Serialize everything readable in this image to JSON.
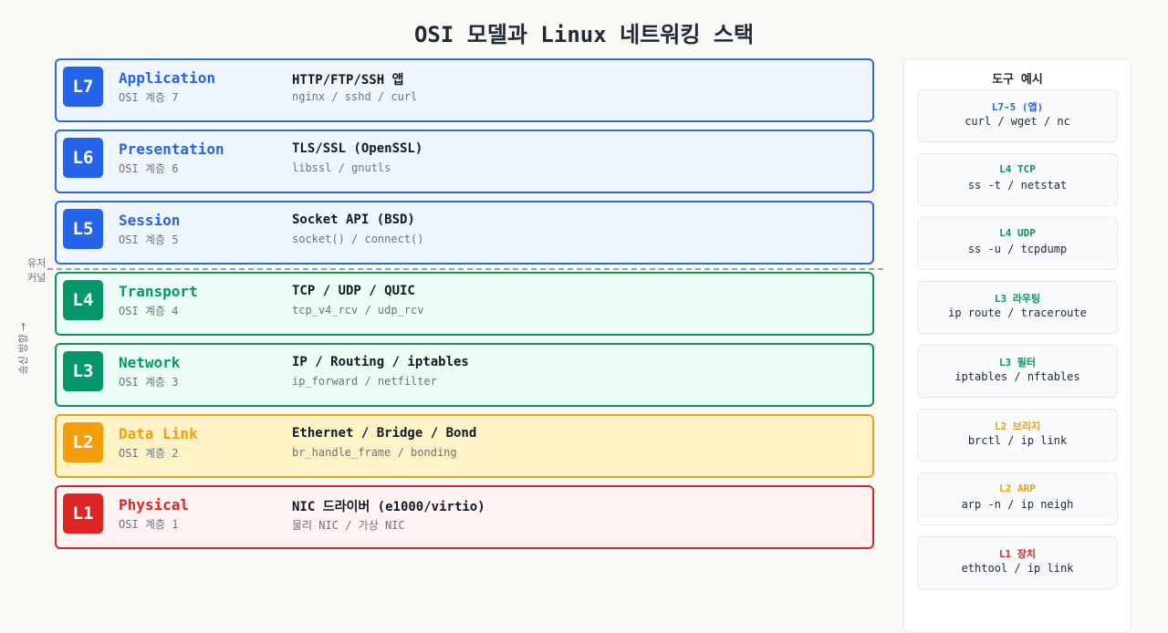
{
  "title": "OSI 모델과 Linux 네트워킹 스택",
  "boundary": {
    "user_label": "유저",
    "kernel_label": "커널"
  },
  "direction_label": "송신 방향 →",
  "layers": [
    {
      "badge": "L7",
      "name": "Application",
      "sub": "OSI 계층 7",
      "protocol": "HTTP/FTP/SSH 앱",
      "impl": "nginx / sshd / curl",
      "color": "#2563eb"
    },
    {
      "badge": "L6",
      "name": "Presentation",
      "sub": "OSI 계층 6",
      "protocol": "TLS/SSL (OpenSSL)",
      "impl": "libssl / gnutls",
      "color": "#2563eb"
    },
    {
      "badge": "L5",
      "name": "Session",
      "sub": "OSI 계층 5",
      "protocol": "Socket API (BSD)",
      "impl": "socket() / connect()",
      "color": "#2563eb"
    },
    {
      "badge": "L4",
      "name": "Transport",
      "sub": "OSI 계층 4",
      "protocol": "TCP / UDP / QUIC",
      "impl": "tcp_v4_rcv / udp_rcv",
      "color": "#059669"
    },
    {
      "badge": "L3",
      "name": "Network",
      "sub": "OSI 계층 3",
      "protocol": "IP / Routing / iptables",
      "impl": "ip_forward / netfilter",
      "color": "#059669"
    },
    {
      "badge": "L2",
      "name": "Data Link",
      "sub": "OSI 계층 2",
      "protocol": "Ethernet / Bridge / Bond",
      "impl": "br_handle_frame / bonding",
      "color": "#f59e0b"
    },
    {
      "badge": "L1",
      "name": "Physical",
      "sub": "OSI 계층 1",
      "protocol": "NIC 드라이버 (e1000/virtio)",
      "impl": "물리 NIC / 가상 NIC",
      "color": "#dc2626"
    }
  ],
  "tools_panel": {
    "title": "도구 예시",
    "items": [
      {
        "header": "L7-5 (앱)",
        "cmd": "curl / wget / nc",
        "color": "#2563eb"
      },
      {
        "header": "L4 TCP",
        "cmd": "ss -t / netstat",
        "color": "#059669"
      },
      {
        "header": "L4 UDP",
        "cmd": "ss -u / tcpdump",
        "color": "#059669"
      },
      {
        "header": "L3 라우팅",
        "cmd": "ip route / traceroute",
        "color": "#059669"
      },
      {
        "header": "L3 필터",
        "cmd": "iptables / nftables",
        "color": "#059669"
      },
      {
        "header": "L2 브리지",
        "cmd": "brctl / ip link",
        "color": "#f59e0b"
      },
      {
        "header": "L2 ARP",
        "cmd": "arp -n / ip neigh",
        "color": "#f59e0b"
      },
      {
        "header": "L1 장치",
        "cmd": "ethtool / ip link",
        "color": "#dc2626"
      }
    ]
  }
}
